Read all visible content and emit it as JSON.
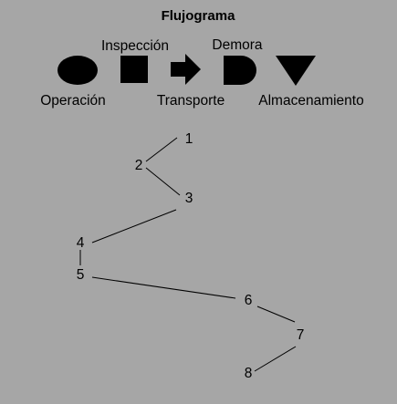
{
  "title": "Flujograma",
  "legend": {
    "operacion": "Operación",
    "inspeccion": "Inspección",
    "transporte": "Transporte",
    "demora": "Demora",
    "almacenamiento": "Almacenamiento"
  },
  "icons": {
    "operacion": "ellipse-icon",
    "inspeccion": "square-icon",
    "transporte": "arrow-right-icon",
    "demora": "d-shape-icon",
    "almacenamiento": "triangle-down-icon"
  },
  "steps": [
    "1",
    "2",
    "3",
    "4",
    "5",
    "6",
    "7",
    "8"
  ],
  "colors": {
    "background": "#a6a6a6",
    "ink": "#000000"
  }
}
